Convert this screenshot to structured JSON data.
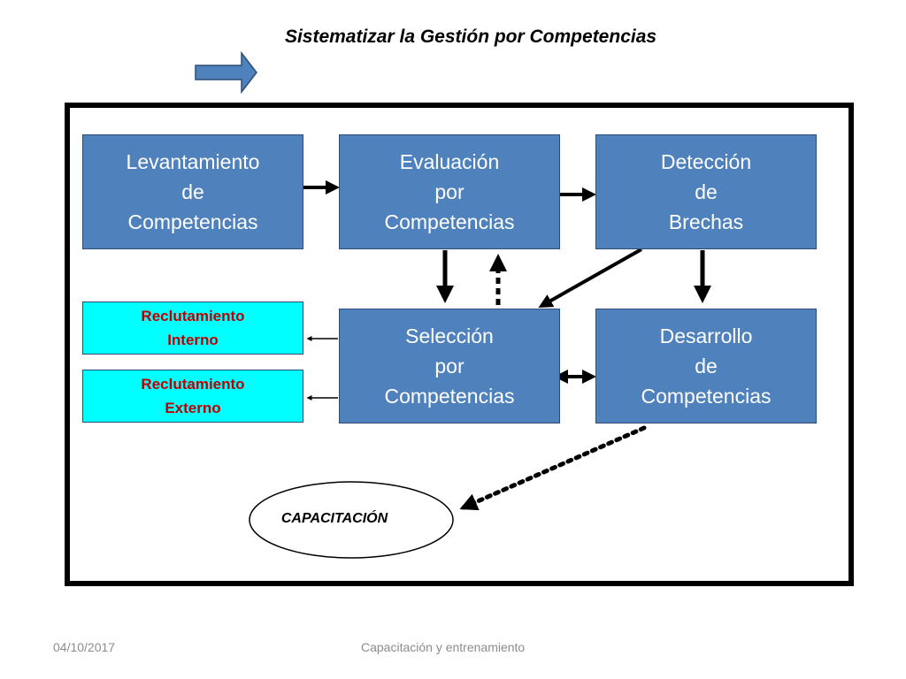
{
  "title": "Sistematizar la Gestión por Competencias",
  "boxes": {
    "levantamiento": [
      "Levantamiento",
      "de",
      "Competencias"
    ],
    "evaluacion": [
      "Evaluación",
      "por",
      "Competencias"
    ],
    "deteccion": [
      "Detección",
      "de",
      "Brechas"
    ],
    "seleccion": [
      "Selección",
      "por",
      "Competencias"
    ],
    "desarrollo": [
      "Desarrollo",
      "de",
      "Competencias"
    ]
  },
  "recruitment": {
    "interno": [
      "Reclutamiento",
      "Interno"
    ],
    "externo": [
      "Reclutamiento",
      "Externo"
    ]
  },
  "ellipse_label": "CAPACITACIÓN",
  "footer": {
    "date": "04/10/2017",
    "caption": "Capacitación y entrenamiento"
  },
  "colors": {
    "box_fill": "#4f81bd",
    "recruit_fill": "#00ffff",
    "recruit_text": "#c00000",
    "arrow_fill": "#4f81bd"
  }
}
